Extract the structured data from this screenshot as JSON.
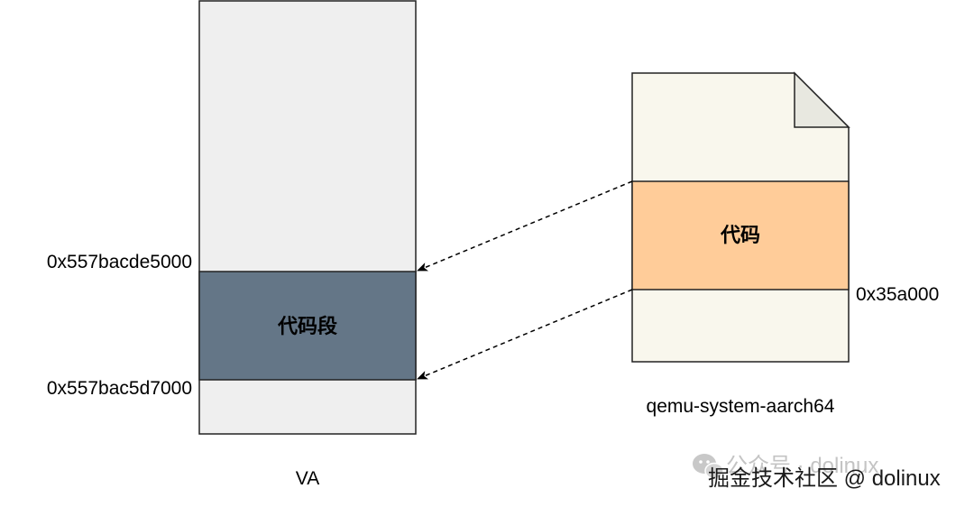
{
  "va": {
    "label": "VA",
    "segment_label": "代码段",
    "addr_top": "0x557bacde5000",
    "addr_bottom": "0x557bac5d7000",
    "colors": {
      "fill": "#efefef",
      "segment": "#647687",
      "stroke": "#222222"
    }
  },
  "file": {
    "name": "qemu-system-aarch64",
    "code_label": "代码",
    "offset": "0x35a000",
    "colors": {
      "fill": "#f9f7ed",
      "code": "#ffcc99",
      "fold": "#e8e8e0",
      "stroke": "#222222"
    }
  },
  "watermark": {
    "line1": "公众号 · dolinux",
    "line2": "掘金技术社区 @ dolinux",
    "wechat_icon": "wechat-icon"
  }
}
